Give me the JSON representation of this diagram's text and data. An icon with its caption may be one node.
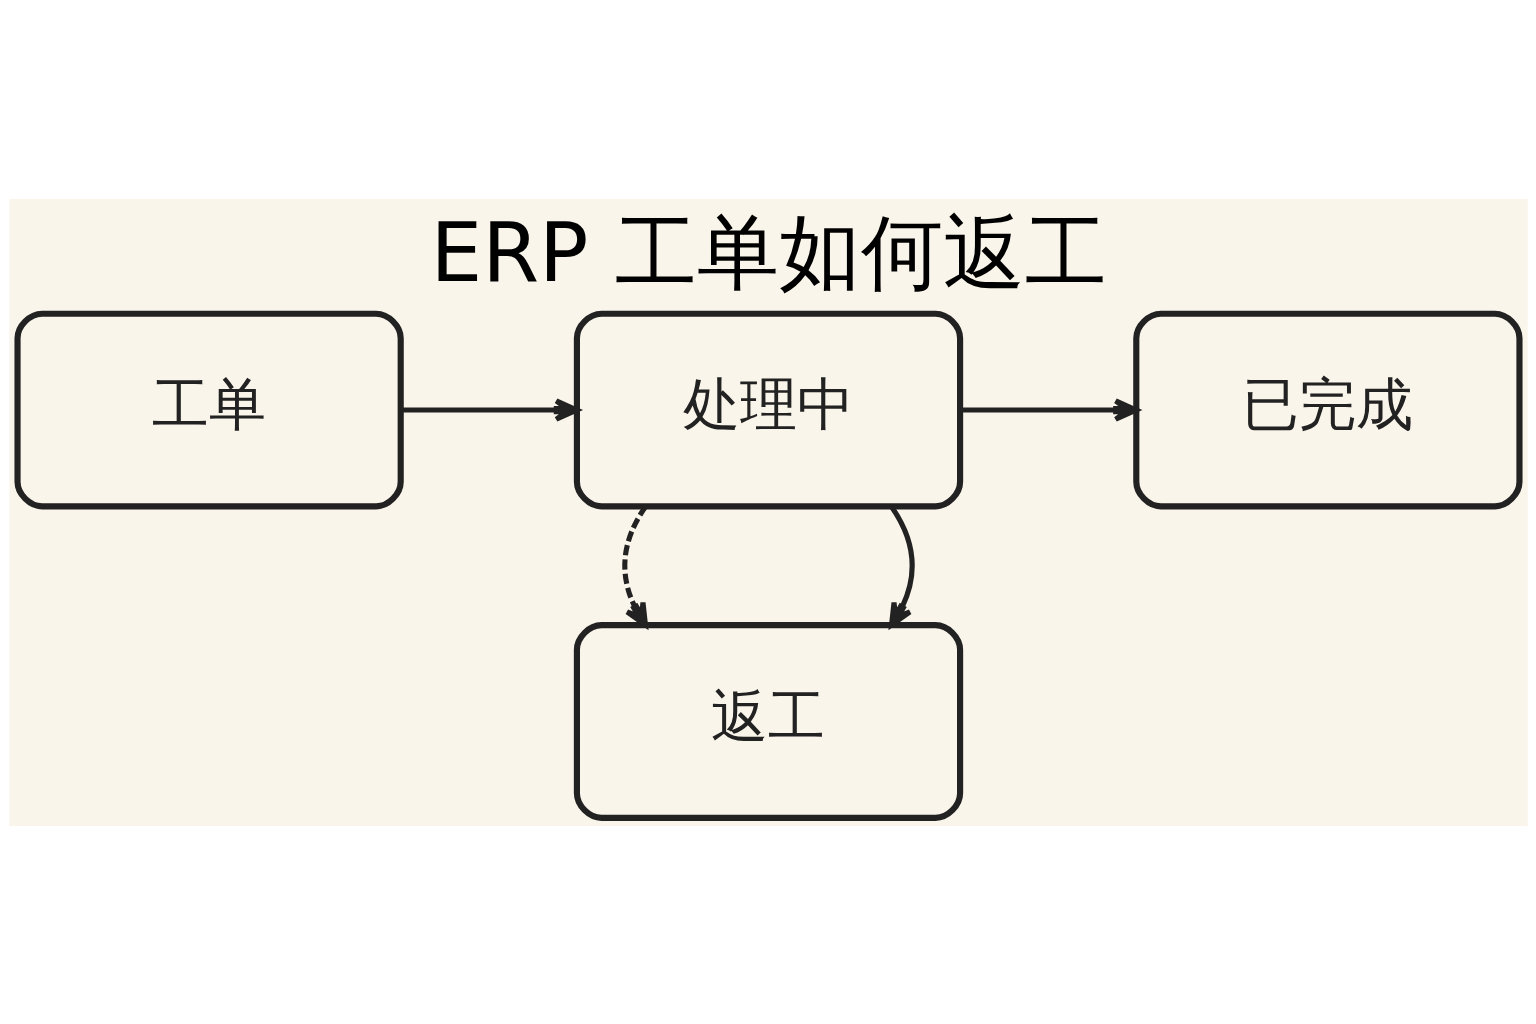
{
  "diagram": {
    "title": "ERP 工单如何返工",
    "nodes": [
      {
        "text": [
          "工单"
        ]
      },
      {
        "text": [
          "处理中"
        ]
      },
      {
        "text": [
          "已完成"
        ]
      },
      {
        "text": [
          "返工"
        ]
      }
    ],
    "edges": [
      {
        "from": 0,
        "to": 1,
        "arrow": "to"
      },
      {
        "from": 1,
        "to": 2,
        "arrow": "to"
      },
      {
        "from": 1,
        "to": 3,
        "arrow": "to"
      },
      {
        "from": 1,
        "to": 3,
        "arrow": "to",
        "style": "dashed"
      }
    ]
  }
}
